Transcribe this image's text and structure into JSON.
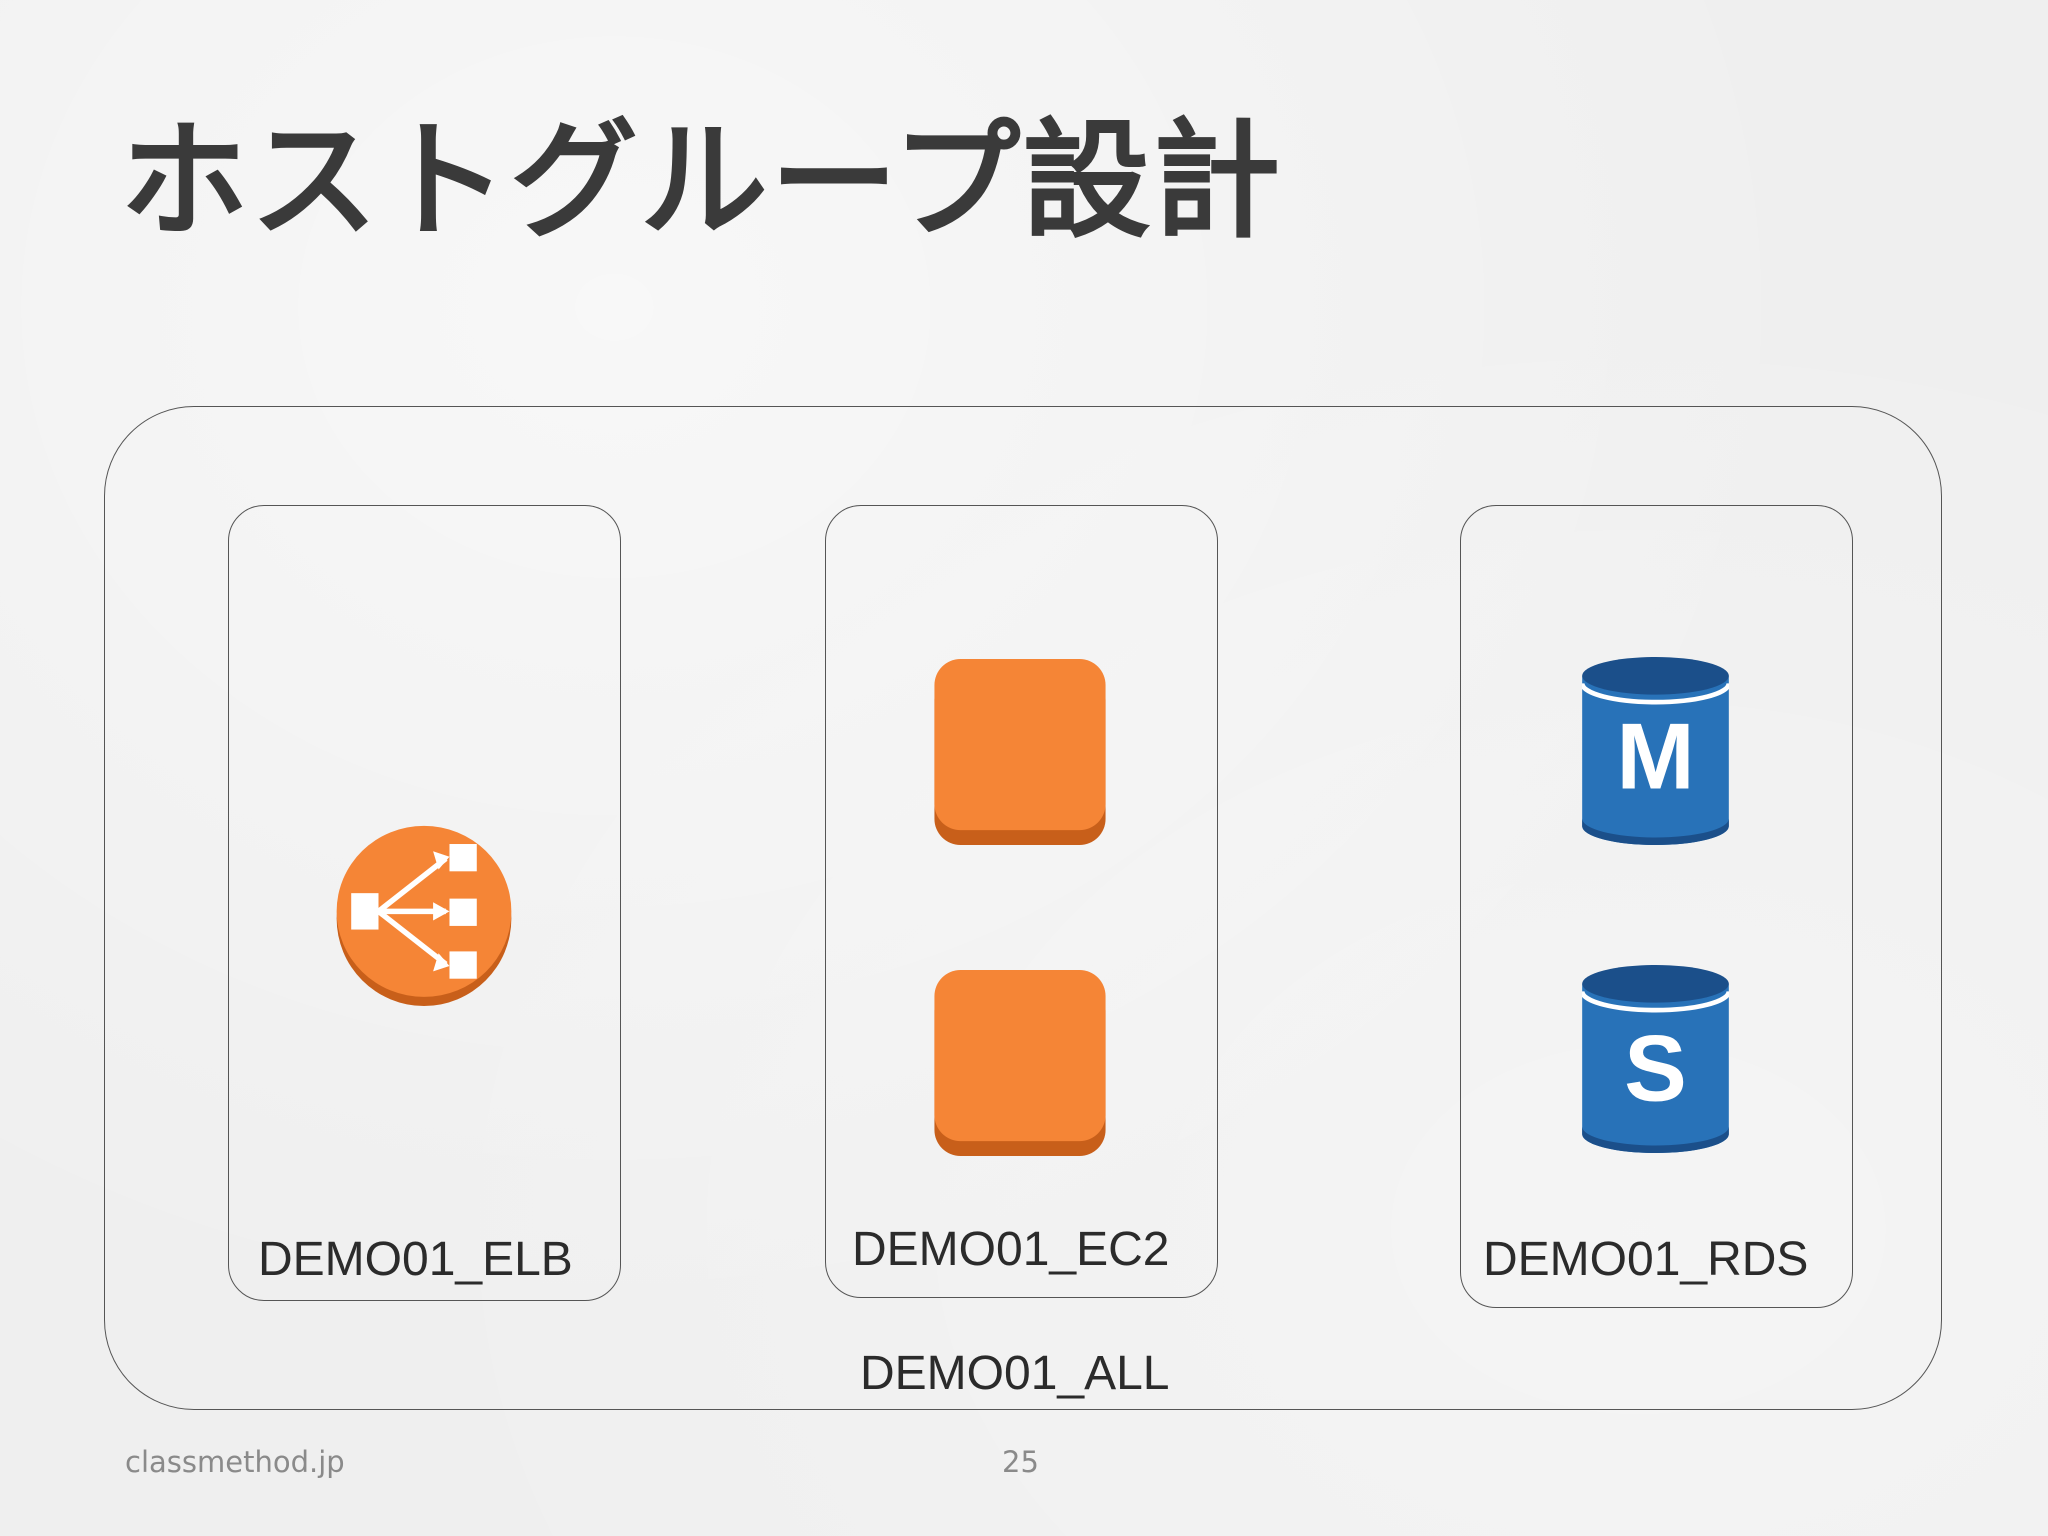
{
  "slide": {
    "title": "ホストグループ設計",
    "footer_site": "classmethod.jp",
    "page_number": "25"
  },
  "groups": {
    "all": {
      "label": "DEMO01_ALL"
    },
    "elb": {
      "label": "DEMO01_ELB",
      "icons": [
        "load-balancer-icon"
      ]
    },
    "ec2": {
      "label": "DEMO01_EC2",
      "icons": [
        "ec2-instance-icon",
        "ec2-instance-icon"
      ]
    },
    "rds": {
      "label": "DEMO01_RDS",
      "icons": [
        "rds-master-icon",
        "rds-slave-icon"
      ],
      "master_letter": "M",
      "slave_letter": "S"
    }
  },
  "colors": {
    "orange": "#f58536",
    "orange_dark": "#c85f1a",
    "blue": "#2872b8",
    "blue_dark": "#1b4f8a",
    "text": "#2b2b2b",
    "title": "#3a3a3a",
    "footer": "#8a8a8a"
  }
}
